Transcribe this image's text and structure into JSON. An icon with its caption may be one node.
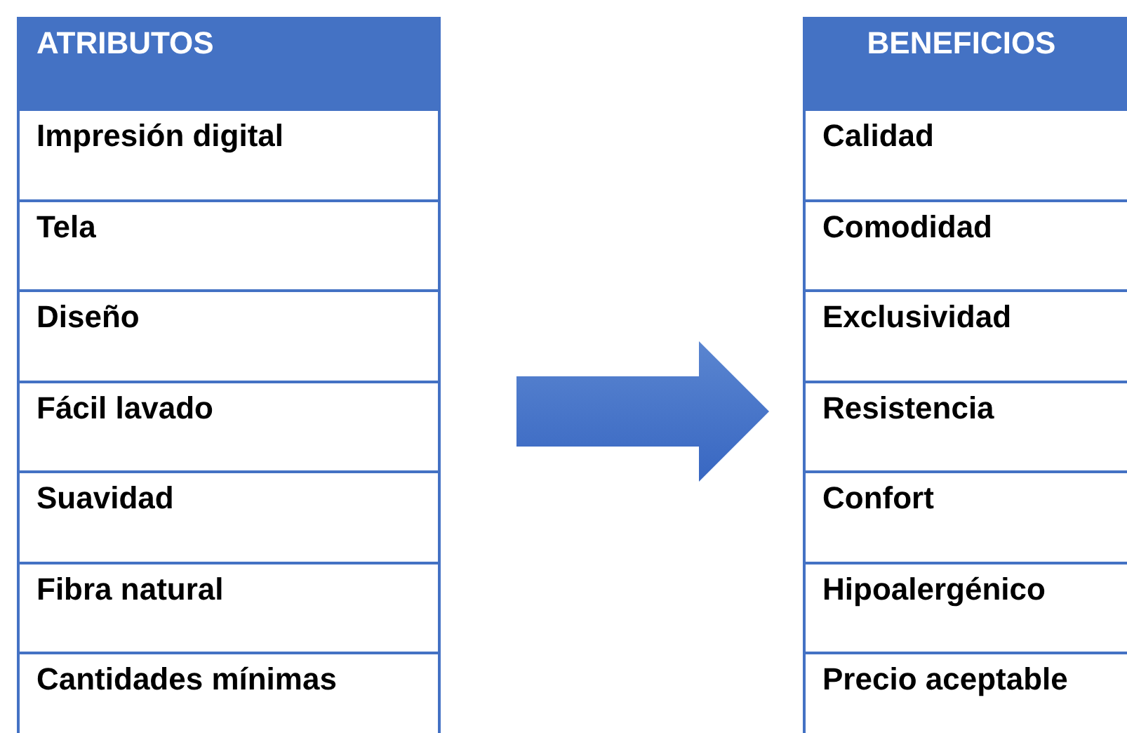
{
  "diagram": {
    "nodes": [
      {
        "text": [
          "ATRIBUTOS"
        ]
      },
      {
        "text": [
          "Impresión digital"
        ],
        "in": 0
      },
      {
        "text": [
          "Tela"
        ],
        "in": 0
      },
      {
        "text": [
          "Diseño"
        ],
        "in": 0
      },
      {
        "text": [
          "Fácil lavado"
        ],
        "in": 0
      },
      {
        "text": [
          "Suavidad"
        ],
        "in": 0
      },
      {
        "text": [
          "Fibra natural"
        ],
        "in": 0
      },
      {
        "text": [
          "Cantidades mínimas"
        ],
        "in": 0
      },
      {
        "text": [
          "BENEFICIOS"
        ]
      },
      {
        "text": [
          "Calidad"
        ],
        "in": 8
      },
      {
        "text": [
          "Comodidad"
        ],
        "in": 8
      },
      {
        "text": [
          "Exclusividad"
        ],
        "in": 8
      },
      {
        "text": [
          "Resistencia"
        ],
        "in": 8
      },
      {
        "text": [
          "Confort"
        ],
        "in": 8
      },
      {
        "text": [
          "Hipoalergénico"
        ],
        "in": 8
      },
      {
        "text": [
          "Precio aceptable"
        ],
        "in": 8
      }
    ],
    "edges": [
      {
        "from": 0,
        "to": 8,
        "arrow": "to",
        "style": "thick"
      }
    ]
  }
}
